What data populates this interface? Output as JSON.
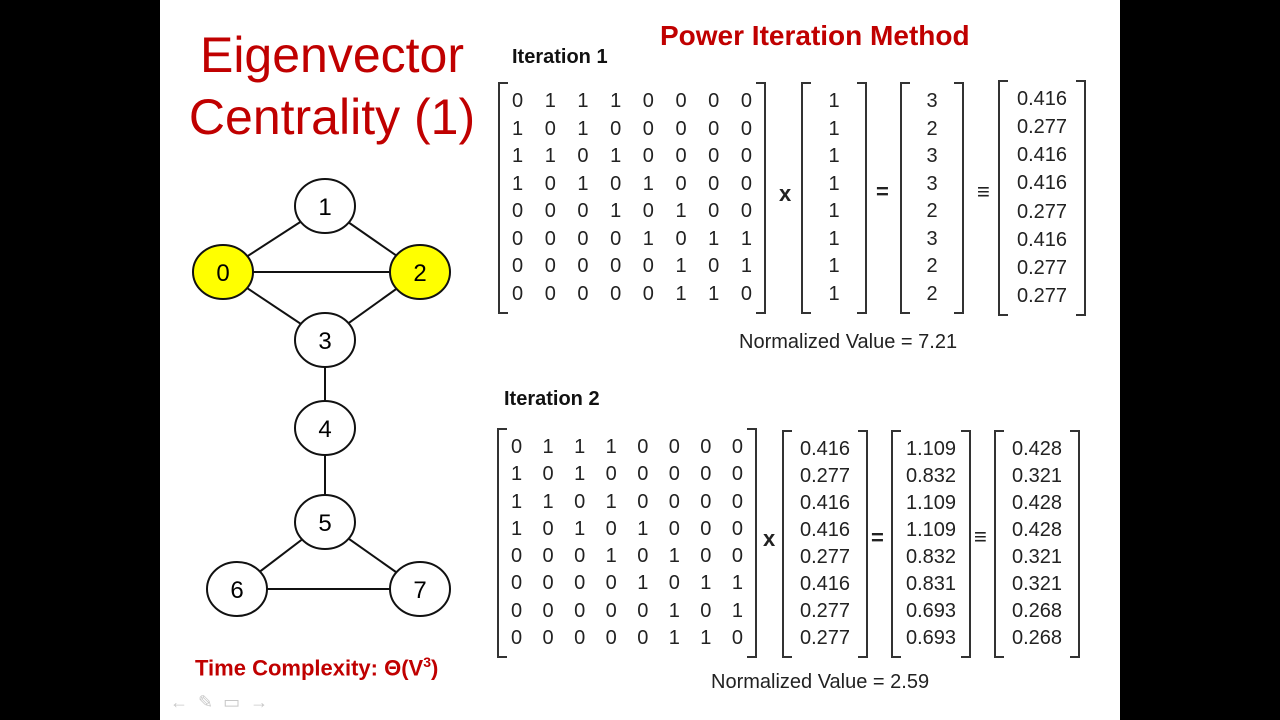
{
  "slide": {
    "title_line1": "Eigenvector",
    "title_line2": "Centrality (1)",
    "heading": "Power Iteration Method",
    "time_complexity": "Time Complexity: Θ(V",
    "time_complexity_exp": "3",
    "time_complexity_close": ")"
  },
  "graph": {
    "nodes": [
      {
        "id": "0",
        "highlight": true
      },
      {
        "id": "1",
        "highlight": false
      },
      {
        "id": "2",
        "highlight": true
      },
      {
        "id": "3",
        "highlight": false
      },
      {
        "id": "4",
        "highlight": false
      },
      {
        "id": "5",
        "highlight": false
      },
      {
        "id": "6",
        "highlight": false
      },
      {
        "id": "7",
        "highlight": false
      }
    ],
    "edges": [
      [
        "0",
        "1"
      ],
      [
        "1",
        "2"
      ],
      [
        "0",
        "2"
      ],
      [
        "0",
        "3"
      ],
      [
        "2",
        "3"
      ],
      [
        "3",
        "4"
      ],
      [
        "4",
        "5"
      ],
      [
        "5",
        "6"
      ],
      [
        "5",
        "7"
      ],
      [
        "6",
        "7"
      ]
    ],
    "highlight_color": "#ffff00"
  },
  "iterations": [
    {
      "label": "Iteration 1",
      "adjacency": [
        [
          "0",
          "1",
          "1",
          "1",
          "0",
          "0",
          "0",
          "0"
        ],
        [
          "1",
          "0",
          "1",
          "0",
          "0",
          "0",
          "0",
          "0"
        ],
        [
          "1",
          "1",
          "0",
          "1",
          "0",
          "0",
          "0",
          "0"
        ],
        [
          "1",
          "0",
          "1",
          "0",
          "1",
          "0",
          "0",
          "0"
        ],
        [
          "0",
          "0",
          "0",
          "1",
          "0",
          "1",
          "0",
          "0"
        ],
        [
          "0",
          "0",
          "0",
          "0",
          "1",
          "0",
          "1",
          "1"
        ],
        [
          "0",
          "0",
          "0",
          "0",
          "0",
          "1",
          "0",
          "1"
        ],
        [
          "0",
          "0",
          "0",
          "0",
          "0",
          "1",
          "1",
          "0"
        ]
      ],
      "times": "x",
      "vector": [
        "1",
        "1",
        "1",
        "1",
        "1",
        "1",
        "1",
        "1"
      ],
      "equals": "=",
      "product": [
        "3",
        "2",
        "3",
        "3",
        "2",
        "3",
        "2",
        "2"
      ],
      "approx": "≡",
      "normalized": [
        "0.416",
        "0.277",
        "0.416",
        "0.416",
        "0.277",
        "0.416",
        "0.277",
        "0.277"
      ],
      "norm_text": "Normalized Value = 7.21"
    },
    {
      "label": "Iteration 2",
      "adjacency": [
        [
          "0",
          "1",
          "1",
          "1",
          "0",
          "0",
          "0",
          "0"
        ],
        [
          "1",
          "0",
          "1",
          "0",
          "0",
          "0",
          "0",
          "0"
        ],
        [
          "1",
          "1",
          "0",
          "1",
          "0",
          "0",
          "0",
          "0"
        ],
        [
          "1",
          "0",
          "1",
          "0",
          "1",
          "0",
          "0",
          "0"
        ],
        [
          "0",
          "0",
          "0",
          "1",
          "0",
          "1",
          "0",
          "0"
        ],
        [
          "0",
          "0",
          "0",
          "0",
          "1",
          "0",
          "1",
          "1"
        ],
        [
          "0",
          "0",
          "0",
          "0",
          "0",
          "1",
          "0",
          "1"
        ],
        [
          "0",
          "0",
          "0",
          "0",
          "0",
          "1",
          "1",
          "0"
        ]
      ],
      "times": "x",
      "vector": [
        "0.416",
        "0.277",
        "0.416",
        "0.416",
        "0.277",
        "0.416",
        "0.277",
        "0.277"
      ],
      "equals": "=",
      "product": [
        "1.109",
        "0.832",
        "1.109",
        "1.109",
        "0.832",
        "0.831",
        "0.693",
        "0.693"
      ],
      "approx": "≡",
      "normalized": [
        "0.428",
        "0.321",
        "0.428",
        "0.428",
        "0.321",
        "0.321",
        "0.268",
        "0.268"
      ],
      "norm_text": "Normalized Value = 2.59"
    }
  ],
  "nav": {
    "prev_icon": "←",
    "pen_icon": "✎",
    "menu_icon": "▭",
    "next_icon": "→"
  }
}
